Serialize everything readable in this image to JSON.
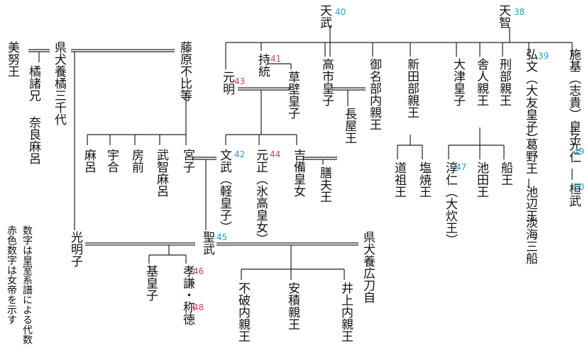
{
  "chart_data": {
    "type": "genealogy-tree",
    "note_lines": [
      "数字は皇室系譜による代数",
      "赤色数字は女帝を示す"
    ],
    "colors": {
      "emperor_number": "#1aa3c8",
      "empress_number": "#d23a6e",
      "line": "#222222"
    },
    "people": {
      "tenmu": "天武",
      "tenji": "天智",
      "jito": "持統",
      "kusakabe": "草壁皇子",
      "takechi": "高市皇子",
      "minabe": "御名部内親王",
      "niitabe": "新田部親王",
      "otsu": "大津皇子",
      "toneri": "舎人親王",
      "osakabe": "刑部親王",
      "kobun": "弘文（大友皇子）",
      "shiki": "施基（志貴）皇子",
      "konin": "光仁",
      "kanmu": "桓武",
      "kadono": "葛野王",
      "ikebe": "池辺王",
      "mifune": "淡海三船",
      "fujiwara_fuhito": "藤原不比等",
      "agata_michiyo": "県犬養橘三千代",
      "mino": "美努王",
      "moroe": "橘諸兄",
      "naramaro": "奈良麻呂",
      "genmei": "元明",
      "monmu": "文武（軽皇子）",
      "gensho": "元正（氷高皇女）",
      "kibi": "吉備皇女",
      "nagaya": "長屋王",
      "kashiwade": "膳夫王",
      "fune": "船王",
      "junnin": "淳仁（大炊王）",
      "ikeda": "池田王",
      "dōso": "道祖王",
      "shioyaki": "塩焼王",
      "maro": "麻呂",
      "umakai": "宇合",
      "fusasaki": "房前",
      "muchimaro": "武智麻呂",
      "miyako": "宮子",
      "komyo": "光明子",
      "shomu": "聖武",
      "agata_hirotoji": "県犬養広刀自",
      "motoi": "基皇子",
      "koken": "孝謙・称徳",
      "fuwa": "不破内親王",
      "asaka": "安積親王",
      "inoue": "井上内親王"
    },
    "numbers": {
      "tenmu": "40",
      "tenji": "38",
      "jito": "41",
      "kobun": "39",
      "genmei": "43",
      "monmu": "42",
      "gensho": "44",
      "junnin": "47",
      "konin": "49",
      "kanmu": "50",
      "shomu": "45",
      "koken_1": "46",
      "koken_2": "48"
    }
  }
}
